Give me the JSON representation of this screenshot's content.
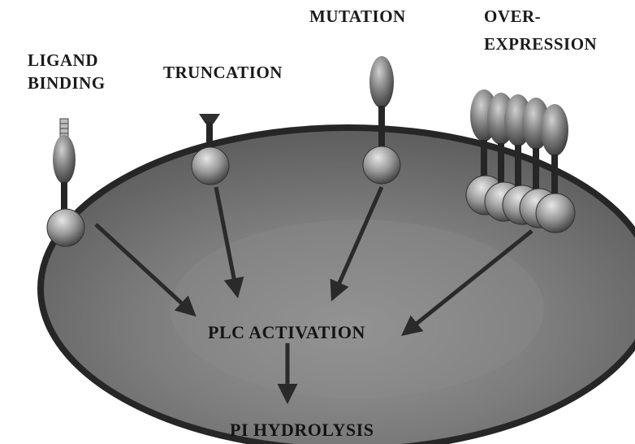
{
  "labels": {
    "ligand_binding_line1": "LIGAND",
    "ligand_binding_line2": "BINDING",
    "truncation": "TRUNCATION",
    "mutation": "MUTATION",
    "overexpression_line1": "OVER-",
    "overexpression_line2": "EXPRESSION",
    "plc_activation": "PLC ACTIVATION",
    "pi_hydrolysis": "PI HYDROLYSIS"
  },
  "colors": {
    "cell_fill": "#6e6e6e",
    "inner_glow": "#8f8f8f",
    "membrane": "#262626",
    "arrow": "#2a2a2a",
    "text": "#1a1a1a"
  }
}
